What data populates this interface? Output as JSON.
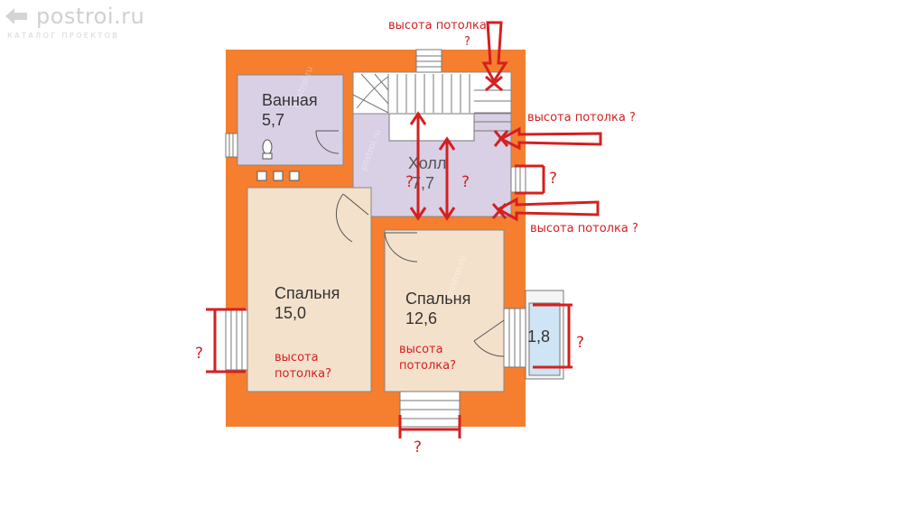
{
  "logo": {
    "name": "postroi.ru",
    "tagline": "КАТАЛОГ ПРОЕКТОВ"
  },
  "rooms": {
    "bathroom": {
      "name": "Ванная",
      "area": "5,7"
    },
    "hall": {
      "name": "Холл",
      "area": "7,7"
    },
    "bedroom_left": {
      "name": "Спальня",
      "area": "15,0"
    },
    "bedroom_right": {
      "name": "Спальня",
      "area": "12,6"
    },
    "balcony": {
      "area": "1,8"
    }
  },
  "annotations": {
    "ceiling_top": "высота потолка",
    "ceiling_top_q": "?",
    "ceiling_right_upper": "высота потолка ?",
    "ceiling_right_lower": "высота потолка ?",
    "ceiling_bedroom_left": [
      "высота",
      "потолка?"
    ],
    "ceiling_bedroom_right": [
      "высота",
      "потолка?"
    ],
    "q_hall_left": "?",
    "q_hall_right": "?",
    "q_window_right": "?",
    "q_window_left": "?",
    "q_balcony": "?",
    "q_bottom": "?"
  },
  "colors": {
    "wall": "#f57e2f",
    "room_beige": "#f4e1cc",
    "room_lilac": "#d9d0e6",
    "balcony": "#cfe4f4",
    "annotation": "#d42020"
  }
}
